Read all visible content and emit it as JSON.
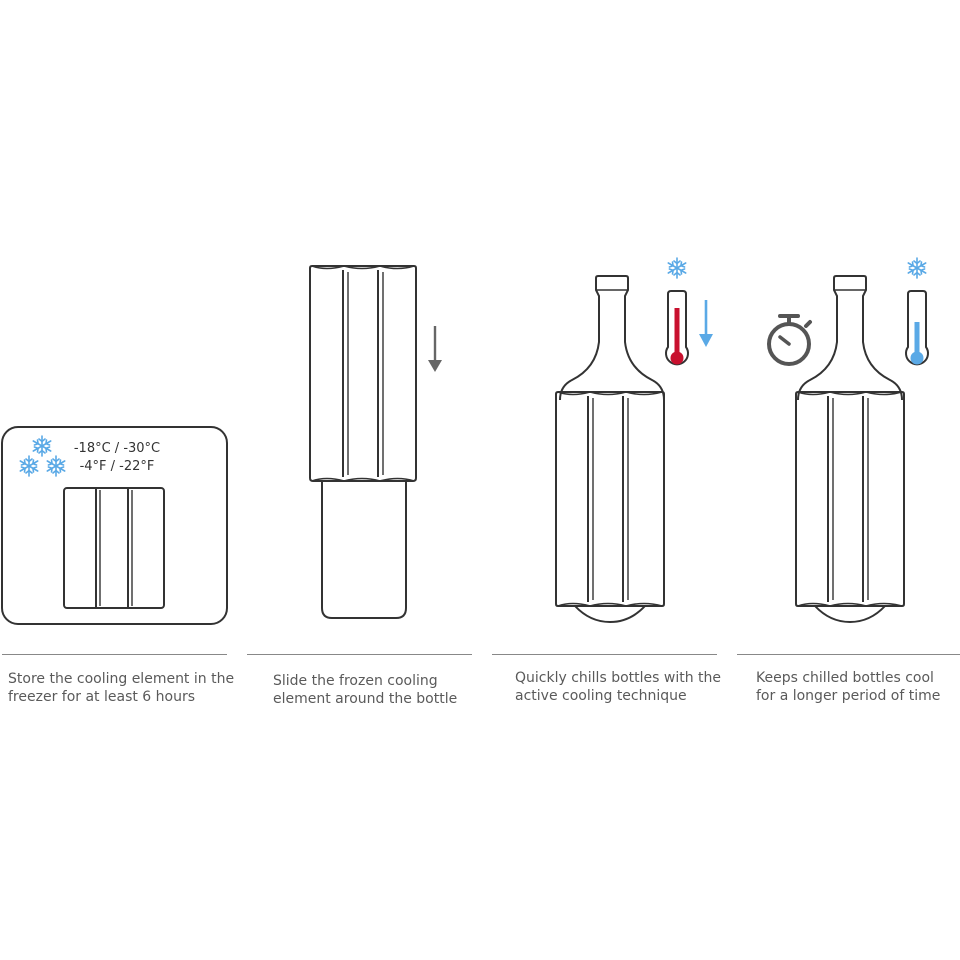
{
  "colors": {
    "line": "#333333",
    "divider": "#888888",
    "snow": "#5aa9e6",
    "hot": "#c8102e",
    "cold": "#5aa9e6",
    "arrow_down": "#666666",
    "clock": "#555555"
  },
  "steps": [
    {
      "temp_c": "-18°C / -30°C",
      "temp_f": "-4°F / -22°F",
      "icons": [
        "snowflake-icon",
        "snowflake-icon",
        "snowflake-icon"
      ],
      "caption_line1": "Store the cooling element in the",
      "caption_line2": "freezer for at least 6 hours"
    },
    {
      "icons": [
        "arrow-down-icon"
      ],
      "caption_line1": "Slide the frozen cooling",
      "caption_line2": "element around the bottle"
    },
    {
      "icons": [
        "snowflake-icon",
        "thermometer-hot-icon",
        "arrow-down-icon"
      ],
      "caption_line1": "Quickly chills bottles with the",
      "caption_line2": "active cooling technique"
    },
    {
      "icons": [
        "stopwatch-icon",
        "snowflake-icon",
        "thermometer-cold-icon"
      ],
      "caption_line1": "Keeps chilled bottles cool",
      "caption_line2": "for a longer period of time"
    }
  ]
}
